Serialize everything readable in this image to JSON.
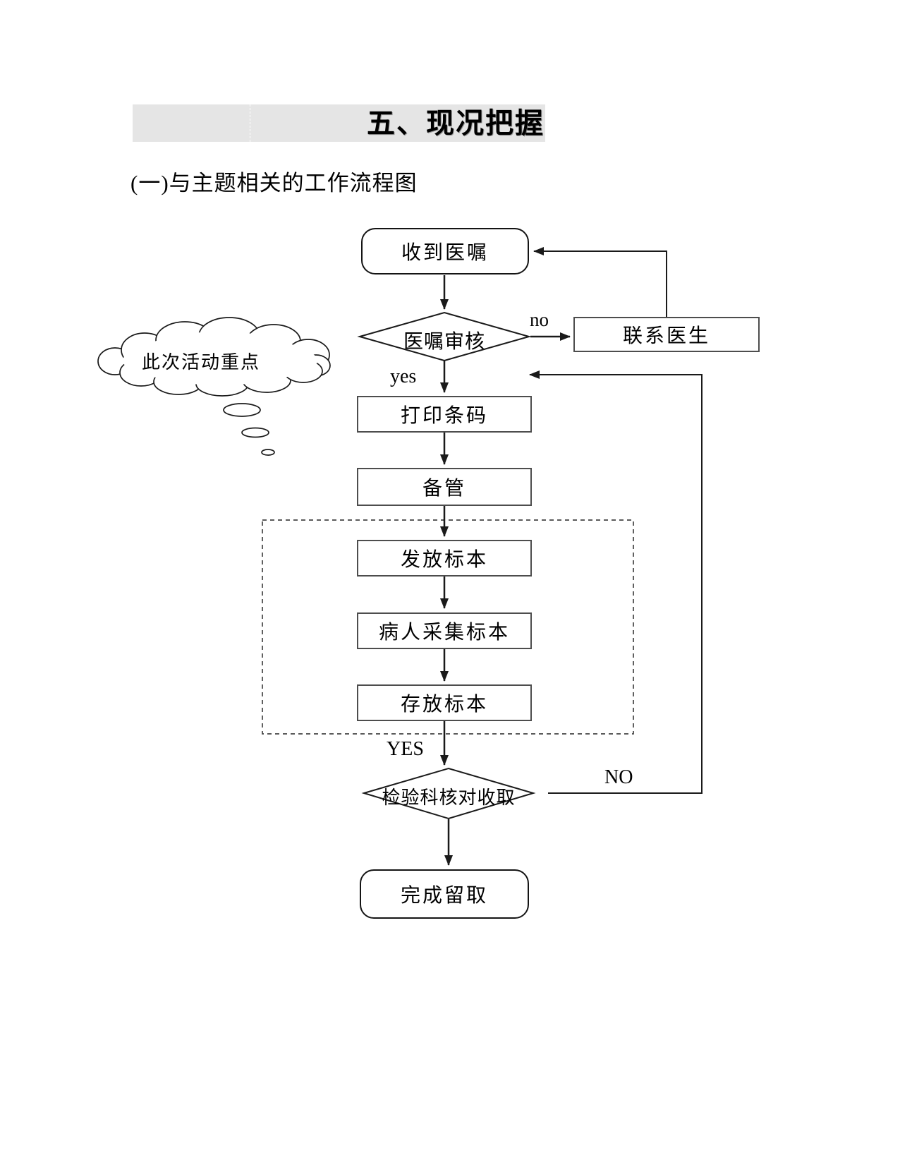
{
  "header": {
    "title": "五、现况把握",
    "bar_color": "#e5e5e5"
  },
  "section": {
    "heading": "(一)与主题相关的工作流程图"
  },
  "flowchart": {
    "line_color": "#1a1a1a",
    "nodes": {
      "receive_order": {
        "label": "收到医嘱",
        "type": "rounded-start"
      },
      "order_review": {
        "label": "医嘱审核",
        "type": "decision"
      },
      "contact_doctor": {
        "label": "联系医生",
        "type": "process"
      },
      "print_barcode": {
        "label": "打印条码",
        "type": "process"
      },
      "prepare_tube": {
        "label": "备管",
        "type": "process"
      },
      "distribute_specimen": {
        "label": "发放标本",
        "type": "process"
      },
      "collect_specimen": {
        "label": "病人采集标本",
        "type": "process"
      },
      "store_specimen": {
        "label": "存放标本",
        "type": "process"
      },
      "lab_check_receive": {
        "label": "检验科核对收取",
        "type": "decision"
      },
      "complete_retention": {
        "label": "完成留取",
        "type": "rounded-end"
      }
    },
    "edge_labels": {
      "review_no": "no",
      "review_yes": "yes",
      "check_yes": "YES",
      "check_no": "NO"
    },
    "annotation": {
      "cloud_label": "此次活动重点"
    }
  }
}
